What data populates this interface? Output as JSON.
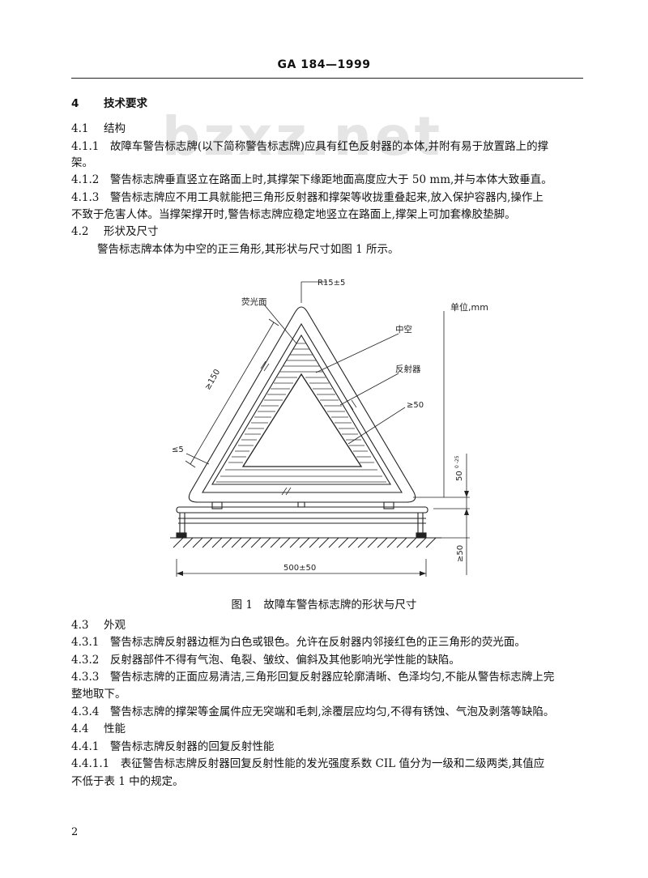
{
  "header": {
    "standard_code": "GA 184—1999"
  },
  "watermark": "bzxz.net",
  "sections": {
    "s4": {
      "num": "4",
      "title": "技术要求"
    },
    "s41": {
      "num": "4.1",
      "title": "结构"
    },
    "s411_a": "4.1.1　故障车警告标志牌(以下简称警告标志牌)应具有红色反射器的本体,并附有易于放置路上的撑",
    "s411_b": "架。",
    "s412": "4.1.2　警告标志牌垂直竖立在路面上时,其撑架下缘距地面高度应大于 50 mm,并与本体大致垂直。",
    "s413_a": "4.1.3　警告标志牌应不用工具就能把三角形反射器和撑架等收拢重叠起来,放入保护容器内,操作上",
    "s413_b": "不致于危害人体。当撑架撑开时,警告标志牌应稳定地竖立在路面上,撑架上可加套橡胶垫脚。",
    "s42": {
      "num": "4.2",
      "title": "形状及尺寸"
    },
    "s42_text": "警告标志牌本体为中空的正三角形,其形状与尺寸如图 1 所示。",
    "s43": {
      "num": "4.3",
      "title": "外观"
    },
    "s431": "4.3.1　警告标志牌反射器边框为白色或银色。允许在反射器内邻接红色的正三角形的荧光面。",
    "s432": "4.3.2　反射器部件不得有气泡、龟裂、皱纹、偏斜及其他影响光学性能的缺陷。",
    "s433_a": "4.3.3　警告标志牌的正面应易清洁,三角形回复反射器应轮廓清晰、色泽均匀,不能从警告标志牌上完",
    "s433_b": "整地取下。",
    "s434": "4.3.4　警告标志牌的撑架等金属件应无突端和毛刺,涂覆层应均匀,不得有锈蚀、气泡及剥落等缺陷。",
    "s44": {
      "num": "4.4",
      "title": "性能"
    },
    "s441": "4.4.1　警告标志牌反射器的回复反射性能",
    "s4411_a": "4.4.1.1　表征警告标志牌反射器回复反射性能的发光强度系数 CIL 值分为一级和二级两类,其值应",
    "s4411_b": "不低于表 1 中的规定。"
  },
  "figure": {
    "unit_label": "单位,mm",
    "labels": {
      "radius": "R15±5",
      "fluorescent": "荧光面",
      "hollow": "中空",
      "reflector": "反射器",
      "width_ge50": "≥50",
      "side_ge150": "≥150",
      "edge_le5": "≤5",
      "height_50": "50",
      "height_tol": "0\n-25",
      "ground_ge50": "≥50",
      "base_width": "500±50"
    },
    "caption": "图 1　故障车警告标志牌的形状与尺寸"
  },
  "footer": {
    "page_number": "2"
  }
}
